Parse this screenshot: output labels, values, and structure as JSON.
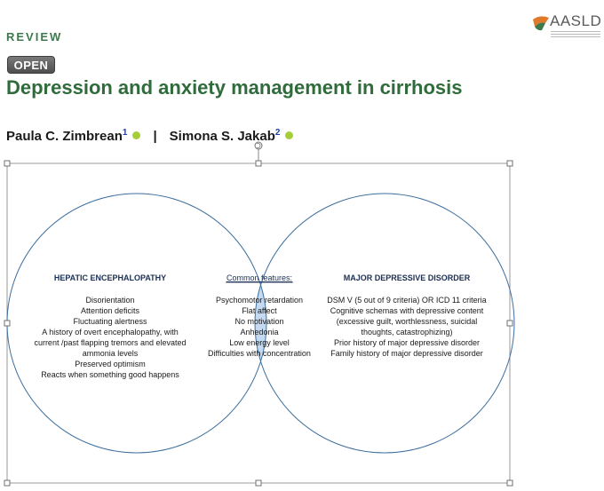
{
  "journal": {
    "logo_text": "AASLD",
    "brand_color": "#e07a2a"
  },
  "article": {
    "section": "REVIEW",
    "access_badge": "OPEN",
    "title": "Depression and anxiety management in cirrhosis",
    "authors": [
      {
        "name": "Paula C. Zimbrean",
        "affiliation": "1",
        "orcid_icon": "orcid-icon"
      },
      {
        "name": "Simona S. Jakab",
        "affiliation": "2",
        "orcid_icon": "orcid-icon"
      }
    ],
    "author_separator": "|"
  },
  "figure": {
    "left_circle": {
      "heading": "HEPATIC ENCEPHALOPATHY",
      "lines": [
        "Disorientation",
        "Attention deficits",
        "Fluctuating alertness",
        "A history of overt encephalopathy, with",
        "current /past flapping tremors and elevated",
        "ammonia levels",
        "Preserved optimism",
        "Reacts when something good happens"
      ]
    },
    "overlap": {
      "heading": "Common features:",
      "lines": [
        "Psychomotor retardation",
        "Flat affect",
        "No motivation",
        "Anhedonia",
        "Low energy level",
        "Difficulties with concentration"
      ],
      "fill_color": "#c5daf1"
    },
    "right_circle": {
      "heading": "MAJOR DEPRESSIVE DISORDER",
      "lines": [
        "DSM V (5 out of 9 criteria) OR ICD 11 criteria",
        "Cognitive schemas with depressive content",
        "(excessive guilt, worthlessness, suicidal",
        "thoughts, catastrophizing)",
        "Prior history of major depressive disorder",
        "Family history of major depressive disorder"
      ]
    },
    "circle_stroke_color": "#3e6f9e"
  }
}
